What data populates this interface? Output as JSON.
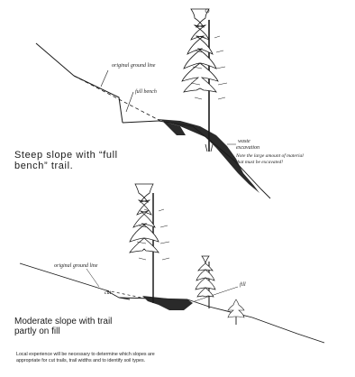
{
  "diagram_top": {
    "label_original_ground_line": "original ground line",
    "label_full_bench": "full bench",
    "label_waste": "waste",
    "label_excavation": "excavation",
    "note_line1": "Note the large amount of material",
    "note_line2": "that must be excavated!",
    "caption_line1": "Steep slope with “full",
    "caption_line2": "bench” trail."
  },
  "diagram_bottom": {
    "label_original_ground_line": "original ground line",
    "label_cut": "cut",
    "label_fill": "fill",
    "caption_line1": "Moderate slope with trail",
    "caption_line2": "partly on fill"
  },
  "footer": {
    "line1": "Local experience will be necessary to determine which slopes are",
    "line2": "appropriate for cut trails, trail widths and to identify soil types."
  },
  "colors": {
    "ink": "#1a1a1a",
    "soil_fill": "#2a2a2a",
    "background": "#ffffff"
  }
}
